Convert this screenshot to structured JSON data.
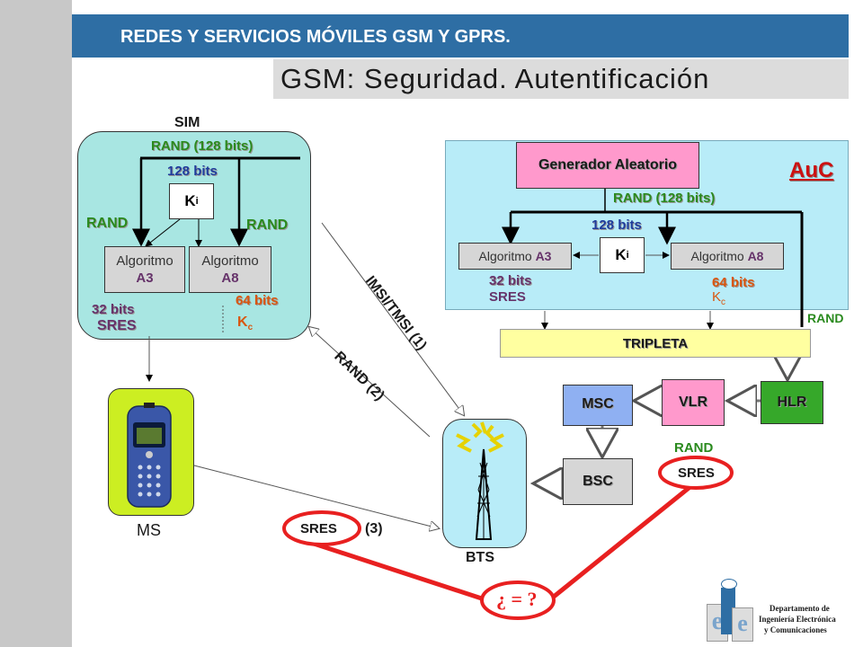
{
  "header": {
    "subtitle": "REDES Y SERVICIOS MÓVILES GSM Y GPRS.",
    "title": "GSM: Seguridad. Autentificación"
  },
  "sim": {
    "title": "SIM",
    "rand_bits": "RAND (128 bits)",
    "key_bits": "128 bits",
    "ki": "K",
    "ki_sub": "i",
    "rand_left": "RAND",
    "rand_right": "RAND",
    "alg_a3_line1": "Algoritmo",
    "alg_a3_line2": "A3",
    "alg_a8_line1": "Algoritmo",
    "alg_a8_line2": "A8",
    "sres_bits": "32 bits",
    "sres": "SRES",
    "kc_bits": "64 bits",
    "kc": "K",
    "kc_sub": "c"
  },
  "auc": {
    "label": "AuC",
    "generator": "Generador Aleatorio",
    "rand_bits": "RAND (128 bits)",
    "key_bits": "128 bits",
    "ki": "K",
    "ki_sub": "i",
    "alg_a3_prefix": "Algoritmo ",
    "alg_a3_name": "A3",
    "alg_a8_prefix": "Algoritmo ",
    "alg_a8_name": "A8",
    "sres_bits": "32 bits",
    "sres": "SRES",
    "kc_bits": "64 bits",
    "kc": "K",
    "kc_sub": "c",
    "rand": "RAND"
  },
  "network": {
    "tripleta": "TRIPLETA",
    "msc": "MSC",
    "vlr": "VLR",
    "hlr": "HLR",
    "bsc": "BSC",
    "bts": "BTS",
    "ms": "MS",
    "rand": "RAND",
    "sres": "SRES"
  },
  "flows": {
    "imsi": "IMSI/TMSI (1)",
    "rand2": "RAND (2)",
    "sres_msg": "SRES",
    "step3": "(3)",
    "compare": "¿ = ?"
  },
  "logo": {
    "line1": "Departamento de",
    "line2": "Ingeniería Electrónica",
    "line3": "y Comunicaciones",
    "letters": "eie"
  },
  "colors": {
    "sim_bg": "#a8e6e2",
    "auc_bg": "#b8ecf8",
    "generator_bg": "#ff99cc",
    "algorithm_bg": "#d6d6d6",
    "tripleta_bg": "#ffffa0",
    "msc_bg": "#8fb0f2",
    "vlr_bg": "#ff99cc",
    "hlr_bg": "#36a82a",
    "phone_bg": "#ccee22",
    "compare_line": "#e82020"
  }
}
